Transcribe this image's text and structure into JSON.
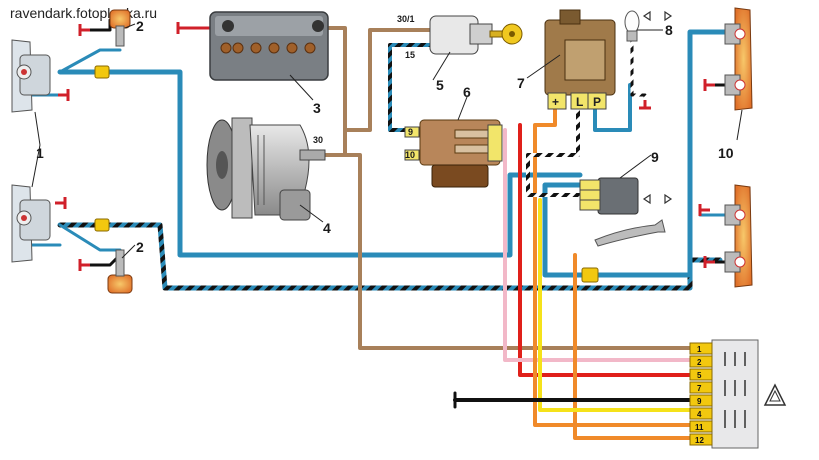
{
  "watermark": "ravendark.fotoplenka.ru",
  "callouts": {
    "c1": "1",
    "c2a": "2",
    "c2b": "2",
    "c3": "3",
    "c4": "4",
    "c5": "5",
    "c6": "6",
    "c7": "7",
    "c8": "8",
    "c9": "9",
    "c10": "10"
  },
  "terminals": {
    "switch_30_1": "30/1",
    "switch_15": "15",
    "alternator_30": "30"
  },
  "regulator": {
    "pin_9": "9",
    "pin_10": "10"
  },
  "relay": {
    "plus": "+",
    "l": "L",
    "p": "P"
  },
  "hazard_block": {
    "pins": [
      "1",
      "2",
      "5",
      "7",
      "9",
      "4",
      "11",
      "12"
    ]
  },
  "colors": {
    "blue": "#2a8bb8",
    "brown": "#a8805a",
    "red": "#e0201a",
    "orange": "#f08a2a",
    "yellow": "#f5e21a",
    "pink": "#f2b8c8",
    "black": "#111111",
    "gray_body": "#9a9a9a",
    "amber_lens": "#e8832a"
  }
}
